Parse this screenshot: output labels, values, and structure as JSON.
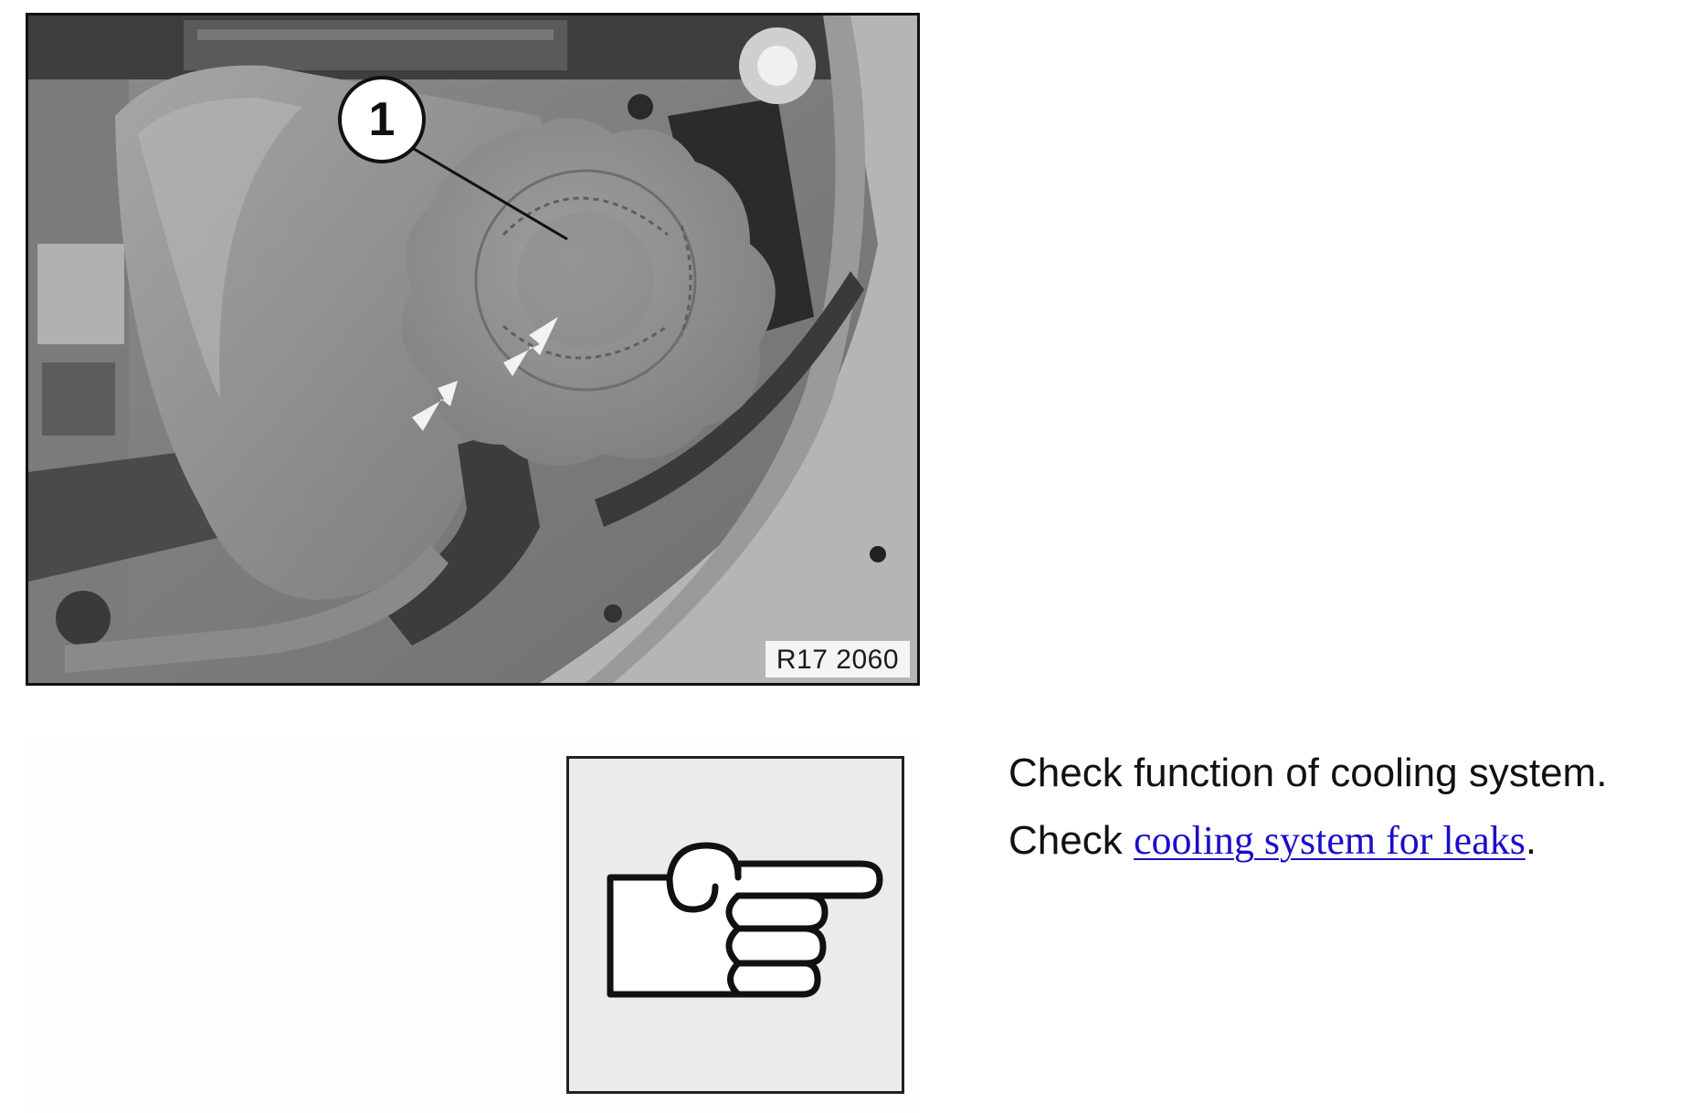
{
  "figure": {
    "photo_code": "R17 2060",
    "callout_number": "1",
    "icon": "coolant-expansion-tank-cap-photo"
  },
  "note": {
    "icon": "pointing-hand-icon",
    "line1": "Check function of cooling system.",
    "line2_prefix": "Check ",
    "line2_link": "cooling system for leaks",
    "line2_suffix": "."
  },
  "colors": {
    "link": "#1a0dcc",
    "icon_box_bg": "#ebebeb"
  }
}
